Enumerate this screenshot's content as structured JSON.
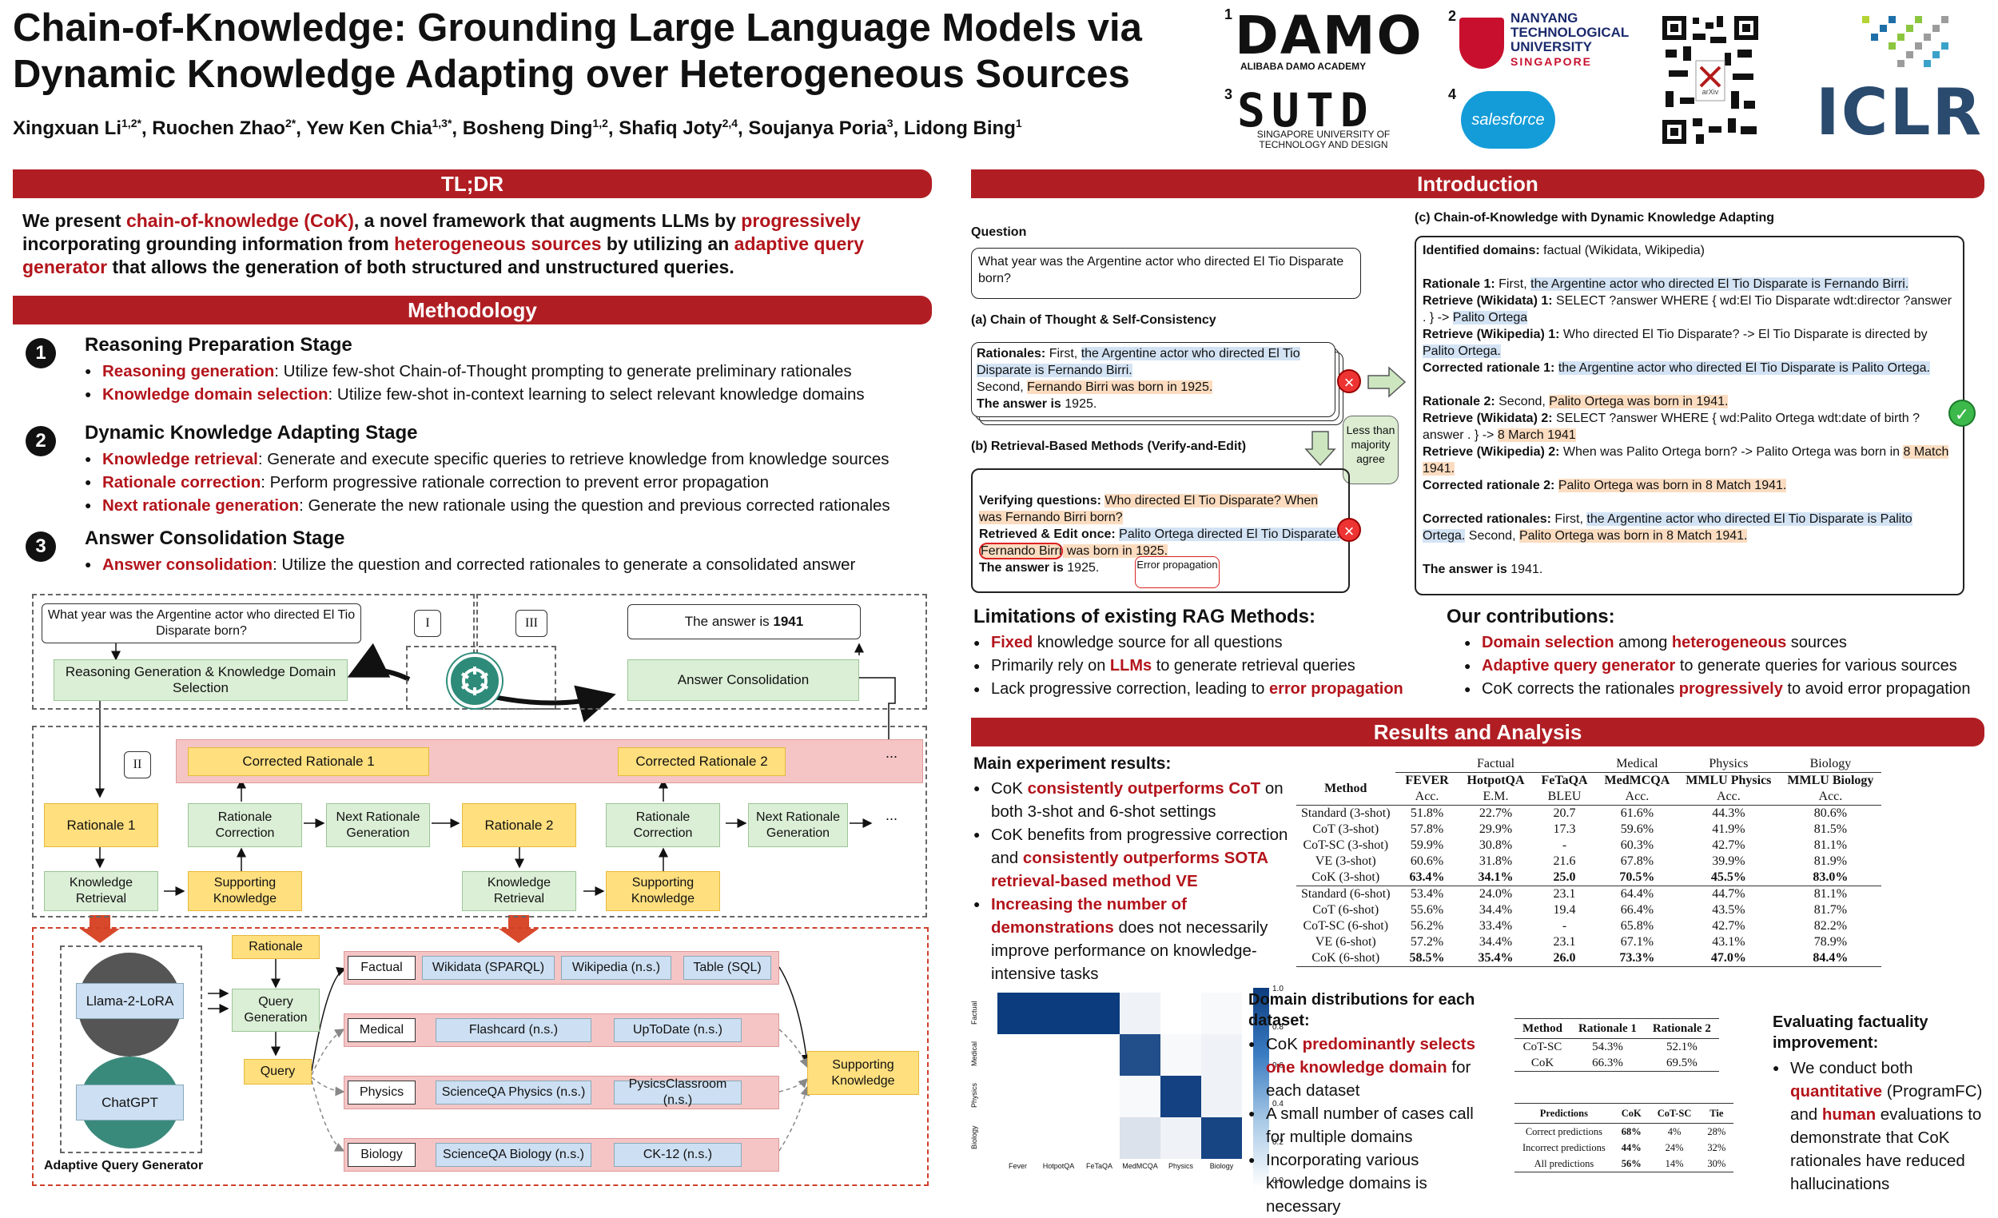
{
  "title_line1": "Chain-of-Knowledge: Grounding Large Language Models via",
  "title_line2": "Dynamic Knowledge Adapting over Heterogeneous Sources",
  "authors": [
    {
      "name": "Xingxuan Li",
      "sup": "1,2*"
    },
    {
      "name": "Ruochen Zhao",
      "sup": "2*"
    },
    {
      "name": "Yew Ken Chia",
      "sup": "1,3*"
    },
    {
      "name": "Bosheng Ding",
      "sup": "1,2"
    },
    {
      "name": "Shafiq Joty",
      "sup": "2,4"
    },
    {
      "name": "Soujanya Poria",
      "sup": "3"
    },
    {
      "name": "Lidong Bing",
      "sup": "1"
    }
  ],
  "logos": {
    "damo_num": "1",
    "damo": "DAMO",
    "damo_sub": "ALIBABA DAMO ACADEMY",
    "sutd_num": "3",
    "sutd": "SUTD",
    "sutd_sub1": "SINGAPORE UNIVERSITY OF",
    "sutd_sub2": "TECHNOLOGY AND DESIGN",
    "ntu_num": "2",
    "ntu1": "NANYANG",
    "ntu2": "TECHNOLOGICAL",
    "ntu3": "UNIVERSITY",
    "ntu4": "SINGAPORE",
    "sf_num": "4",
    "salesforce": "salesforce",
    "qr": "arXiv",
    "iclr": "ICLR"
  },
  "tldr": {
    "header": "TL;DR",
    "parts": [
      {
        "t": "We present ",
        "r": false
      },
      {
        "t": "chain-of-knowledge (CoK)",
        "r": true
      },
      {
        "t": ", a novel framework that augments LLMs by ",
        "r": false
      },
      {
        "t": "progressively",
        "r": true
      },
      {
        "t": " incorporating grounding information from ",
        "r": false
      },
      {
        "t": "heterogeneous sources",
        "r": true
      },
      {
        "t": " by utilizing an ",
        "r": false
      },
      {
        "t": "adaptive query generator",
        "r": true
      },
      {
        "t": " that allows the generation of both structured and unstructured queries.",
        "r": false
      }
    ]
  },
  "methodology": {
    "header": "Methodology",
    "stages": [
      {
        "num": "1",
        "title": "Reasoning Preparation Stage",
        "items": [
          {
            "k": "Reasoning generation",
            "v": ": Utilize few-shot Chain-of-Thought prompting to generate preliminary rationales"
          },
          {
            "k": "Knowledge domain selection",
            "v": ": Utilize few-shot in-context learning to select relevant knowledge domains"
          }
        ]
      },
      {
        "num": "2",
        "title": "Dynamic Knowledge Adapting Stage",
        "items": [
          {
            "k": "Knowledge retrieval",
            "v": ": Generate and execute specific queries to retrieve knowledge from knowledge sources"
          },
          {
            "k": "Rationale correction",
            "v": ": Perform progressive rationale correction to prevent error propagation"
          },
          {
            "k": "Next rationale generation",
            "v": ": Generate the new rationale using the question and previous corrected rationales"
          }
        ]
      },
      {
        "num": "3",
        "title": "Answer Consolidation Stage",
        "items": [
          {
            "k": "Answer consolidation",
            "v": ": Utilize the question and corrected rationales to generate a consolidated answer"
          }
        ]
      }
    ]
  },
  "diagram": {
    "question": "What year was the Argentine actor who directed El Tio Disparate born?",
    "roman1": "I",
    "roman2": "II",
    "roman3": "III",
    "answer_pre": "The answer is ",
    "answer_val": "1941",
    "reason_gen": "Reasoning Generation & Knowledge Domain Selection",
    "answer_cons": "Answer Consolidation",
    "corr1": "Corrected Rationale 1",
    "corr2": "Corrected Rationale 2",
    "dots": "...",
    "rat1": "Rationale 1",
    "rat2": "Rationale 2",
    "rat_corr": "Rationale Correction",
    "next_rat": "Next Rationale Generation",
    "know_ret": "Knowledge Retrieval",
    "supp_know": "Supporting Knowledge",
    "llama": "Llama-2-LoRA",
    "chatgpt": "ChatGPT",
    "aqg": "Adaptive Query Generator",
    "rationale": "Rationale",
    "query_gen": "Query Generation",
    "query": "Query",
    "domains": [
      {
        "name": "Factual",
        "sources": [
          "Wikidata (SPARQL)",
          "Wikipedia (n.s.)",
          "Table (SQL)"
        ]
      },
      {
        "name": "Medical",
        "sources": [
          "Flashcard (n.s.)",
          "UpToDate (n.s.)"
        ]
      },
      {
        "name": "Physics",
        "sources": [
          "ScienceQA Physics (n.s.)",
          "PysicsClassroom (n.s.)"
        ]
      },
      {
        "name": "Biology",
        "sources": [
          "ScienceQA Biology (n.s.)",
          "CK-12 (n.s.)"
        ]
      }
    ],
    "supporting": "Supporting Knowledge"
  },
  "intro": {
    "header": "Introduction",
    "question_label": "Question",
    "question": "What year was the Argentine actor who directed El Tio Disparate born?",
    "a_label": "(a) Chain of Thought & Self-Consistency",
    "a_r_label": "Rationales:",
    "a_r1_pre": " First, ",
    "a_r1": "the Argentine actor who directed El Tio Disparate is Fernando Birri.",
    "a_r2_pre": "Second, ",
    "a_r2": "Fernando Birri was born in 1925.",
    "a_ans_label": "The answer is",
    "a_ans": " 1925.",
    "less": "Less than majority agree",
    "b_label": "(b) Retrieval-Based Methods (Verify-and-Edit)",
    "b_v_label": "Verifying questions:",
    "b_v": "Who directed El Tio Disparate? When was Fernando Birri born?",
    "b_e_label": "Retrieved & Edit once:",
    "b_e1": "Palito Ortega directed El Tio Disparate.",
    "b_e2": "Fernando Birri",
    "b_e3": " was born in 1925.",
    "b_ans_label": "The answer is",
    "b_ans": " 1925.",
    "err": "Error propagation",
    "c_label": "(c) Chain-of-Knowledge with Dynamic Knowledge Adapting",
    "c_dom_label": "Identified domains:",
    "c_dom": " factual (Wikidata, Wikipedia)",
    "c_r1_label": "Rationale 1:",
    "c_r1_pre": " First, ",
    "c_r1": "the Argentine actor who directed El Tio Disparate is Fernando Birri.",
    "c_rw1_label": "Retrieve (Wikidata) 1:",
    "c_rw1": " SELECT ?answer WHERE { wd:El Tio Disparate wdt:director ?answer . } -> ",
    "c_rw1_hl": "Palito Ortega",
    "c_rp1_label": "Retrieve (Wikipedia) 1:",
    "c_rp1": " Who directed El Tio Disparate? -> El Tio Disparate is directed by ",
    "c_rp1_hl": "Palito Ortega.",
    "c_cr1_label": "Corrected rationale 1:",
    "c_cr1": "the Argentine actor who directed El Tio Disparate is Palito Ortega.",
    "c_r2_label": "Rationale 2:",
    "c_r2_pre": " Second, ",
    "c_r2": "Palito Ortega was born in 1941.",
    "c_rw2_label": "Retrieve (Wikidata) 2:",
    "c_rw2": " SELECT ?answer WHERE { wd:Palito Ortega wdt:date of birth ?answer . } -> ",
    "c_rw2_hl": "8 March 1941",
    "c_rp2_label": "Retrieve (Wikipedia) 2:",
    "c_rp2": " When was Palito Ortega born? -> Palito Ortega was born in ",
    "c_rp2_hl": "8 Match 1941.",
    "c_cr2_label": "Corrected rationale 2:",
    "c_cr2": "Palito Ortega was born in 8 Match 1941.",
    "c_crs_label": "Corrected rationales:",
    "c_crs_pre": " First, ",
    "c_crs1": "the Argentine actor who directed El Tio Disparate is Palito Ortega.",
    "c_crs_mid": " Second, ",
    "c_crs2": "Palito Ortega was born in 8 Match 1941.",
    "c_ans_label": "The answer is",
    "c_ans": " 1941."
  },
  "limitations": {
    "title": "Limitations of existing RAG Methods:",
    "items": [
      [
        {
          "t": "Fixed",
          "r": true
        },
        {
          "t": " knowledge source for all questions",
          "r": false
        }
      ],
      [
        {
          "t": "Primarily rely on ",
          "r": false
        },
        {
          "t": "LLMs",
          "r": true
        },
        {
          "t": " to generate retrieval queries",
          "r": false
        }
      ],
      [
        {
          "t": "Lack progressive correction, leading to ",
          "r": false
        },
        {
          "t": "error propagation",
          "r": true
        }
      ]
    ]
  },
  "contributions": {
    "title": "Our contributions:",
    "items": [
      [
        {
          "t": "Domain selection",
          "r": true
        },
        {
          "t": " among ",
          "r": false
        },
        {
          "t": "heterogeneous",
          "r": true
        },
        {
          "t": " sources",
          "r": false
        }
      ],
      [
        {
          "t": "Adaptive query generator",
          "r": true
        },
        {
          "t": " to generate queries for various sources",
          "r": false
        }
      ],
      [
        {
          "t": "CoK corrects the rationales ",
          "r": false
        },
        {
          "t": "progressively",
          "r": true
        },
        {
          "t": " to avoid error propagation",
          "r": false
        }
      ]
    ]
  },
  "results": {
    "header": "Results and Analysis",
    "main_title": "Main experiment results:",
    "main_items": [
      [
        {
          "t": "CoK ",
          "r": false
        },
        {
          "t": "consistently outperforms CoT",
          "r": true
        },
        {
          "t": " on both 3-shot and 6-shot settings",
          "r": false
        }
      ],
      [
        {
          "t": "CoK benefits from progressive correction and ",
          "r": false
        },
        {
          "t": "consistently outperforms SOTA retrieval-based method VE",
          "r": true
        }
      ],
      [
        {
          "t": "Increasing the number of demonstrations",
          "r": true
        },
        {
          "t": " does not necessarily improve performance on knowledge-intensive tasks",
          "r": false
        }
      ]
    ],
    "table": {
      "groups": [
        "Factual",
        "Medical",
        "Physics",
        "Biology"
      ],
      "method_label": "Method",
      "cols": [
        [
          "FEVER",
          "Acc."
        ],
        [
          "HotpotQA",
          "E.M."
        ],
        [
          "FeTaQA",
          "BLEU"
        ],
        [
          "MedMCQA",
          "Acc."
        ],
        [
          "MMLU Physics",
          "Acc."
        ],
        [
          "MMLU Biology",
          "Acc."
        ]
      ],
      "rows": [
        [
          "Standard (3-shot)",
          "51.8%",
          "22.7%",
          "20.7",
          "61.6%",
          "44.3%",
          "80.6%"
        ],
        [
          "CoT (3-shot)",
          "57.8%",
          "29.9%",
          "17.3",
          "59.6%",
          "41.9%",
          "81.5%"
        ],
        [
          "CoT-SC (3-shot)",
          "59.9%",
          "30.8%",
          "-",
          "60.3%",
          "42.7%",
          "81.1%"
        ],
        [
          "VE (3-shot)",
          "60.6%",
          "31.8%",
          "21.6",
          "67.8%",
          "39.9%",
          "81.9%"
        ],
        [
          "CoK (3-shot)",
          "63.4%",
          "34.1%",
          "25.0",
          "70.5%",
          "45.5%",
          "83.0%"
        ],
        [
          "Standard (6-shot)",
          "53.4%",
          "24.0%",
          "23.1",
          "64.4%",
          "44.7%",
          "81.1%"
        ],
        [
          "CoT (6-shot)",
          "55.6%",
          "34.4%",
          "19.4",
          "66.4%",
          "43.5%",
          "81.7%"
        ],
        [
          "CoT-SC (6-shot)",
          "56.2%",
          "33.4%",
          "-",
          "65.8%",
          "42.7%",
          "82.2%"
        ],
        [
          "VE (6-shot)",
          "57.2%",
          "34.4%",
          "23.1",
          "67.1%",
          "43.1%",
          "78.9%"
        ],
        [
          "CoK (6-shot)",
          "58.5%",
          "35.4%",
          "26.0",
          "73.3%",
          "47.0%",
          "84.4%"
        ]
      ]
    },
    "heatmap": {
      "rows": [
        "Factual",
        "Medical",
        "Physics",
        "Biology"
      ],
      "cols": [
        "Fever",
        "HotpotQA",
        "FeTaQA",
        "MedMCQA",
        "Physics",
        "Biology"
      ],
      "values": [
        [
          1.0,
          1.0,
          1.0,
          0.05,
          0.0,
          0.02
        ],
        [
          0.0,
          0.0,
          0.0,
          0.9,
          0.02,
          0.05
        ],
        [
          0.0,
          0.0,
          0.0,
          0.02,
          0.97,
          0.05
        ],
        [
          0.0,
          0.0,
          0.0,
          0.12,
          0.05,
          0.95
        ]
      ],
      "scale": [
        "1.0",
        "0.8",
        "0.6",
        "0.4",
        "0.2",
        "0.0"
      ]
    },
    "domain_title": "Domain distributions for each dataset:",
    "domain_items": [
      [
        {
          "t": "CoK ",
          "r": false
        },
        {
          "t": "predominantly selects one knowledge domain",
          "r": true
        },
        {
          "t": " for each dataset",
          "r": false
        }
      ],
      [
        {
          "t": "A small number of cases call for multiple domains",
          "r": false
        }
      ],
      [
        {
          "t": "Incorporating various knowledge domains is necessary",
          "r": false
        }
      ]
    ],
    "t2": {
      "head": [
        "Method",
        "Rationale 1",
        "Rationale 2"
      ],
      "rows": [
        [
          "CoT-SC",
          "54.3%",
          "52.1%"
        ],
        [
          "CoK",
          "66.3%",
          "69.5%"
        ]
      ]
    },
    "t3": {
      "head": [
        "Predictions",
        "CoK",
        "CoT-SC",
        "Tie"
      ],
      "rows": [
        [
          "Correct predictions",
          "68%",
          "4%",
          "28%"
        ],
        [
          "Incorrect predictions",
          "44%",
          "24%",
          "32%"
        ],
        [
          "All predictions",
          "56%",
          "14%",
          "30%"
        ]
      ]
    },
    "fact_title": "Evaluating factuality improvement:",
    "fact_items": [
      [
        {
          "t": "We conduct both ",
          "r": false
        },
        {
          "t": "quantitative",
          "r": true
        },
        {
          "t": " (ProgramFC) and ",
          "r": false
        },
        {
          "t": "human",
          "r": true
        },
        {
          "t": " evaluations to demonstrate that CoK rationales have reduced hallucinations",
          "r": false
        }
      ]
    ]
  }
}
